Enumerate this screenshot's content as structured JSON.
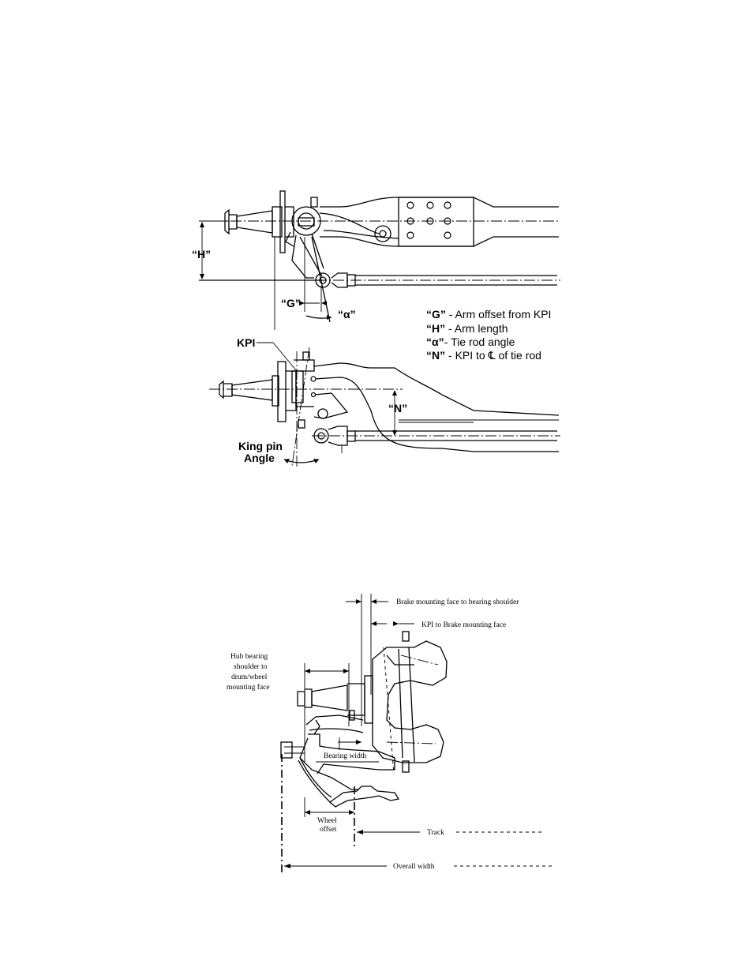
{
  "steering_diagram": {
    "labels": {
      "h": "“H”",
      "g": "“G”",
      "alpha": "“α”",
      "kpi": "KPI",
      "n": "“N”",
      "king_pin_angle_line1": "King pin",
      "king_pin_angle_line2": "Angle"
    },
    "legend": [
      {
        "key": "“G”",
        "text": " - Arm offset from KPI"
      },
      {
        "key": "“H”",
        "text": " - Arm length"
      },
      {
        "key": "“α”",
        "text": "- Tie rod angle"
      },
      {
        "key": "“N”",
        "text": " - KPI to ℄ of tie rod"
      }
    ]
  },
  "hub_diagram": {
    "labels": {
      "brake_to_bearing": "Brake mounting face to bearing shoulder",
      "kpi_to_brake": "KPI to Brake mounting face",
      "hub_bearing_line1": "Hub bearing",
      "hub_bearing_line2": "shoulder to",
      "hub_bearing_line3": "drum/wheel",
      "hub_bearing_line4": "mounting face",
      "bearing_width": "Bearing width",
      "wheel_offset_line1": "Wheel",
      "wheel_offset_line2": "offset",
      "track": "Track",
      "overall_width": "Overall width"
    }
  }
}
